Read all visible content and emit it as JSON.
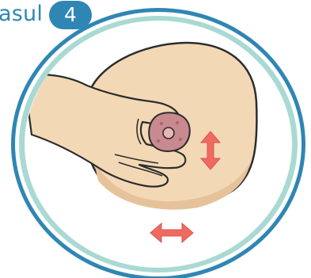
{
  "step": {
    "label": "asul",
    "number": "4"
  },
  "colors": {
    "frame_outer": "#2f86b4",
    "frame_inner": "#a9d9d3",
    "skin": "#f3d8b6",
    "skin_shadow": "#e6c29a",
    "areola": "#c98a8f",
    "arrow": "#ef6b62"
  },
  "icons": {
    "vertical_arrow": "double-arrow-vertical",
    "horizontal_arrow": "double-arrow-horizontal"
  }
}
